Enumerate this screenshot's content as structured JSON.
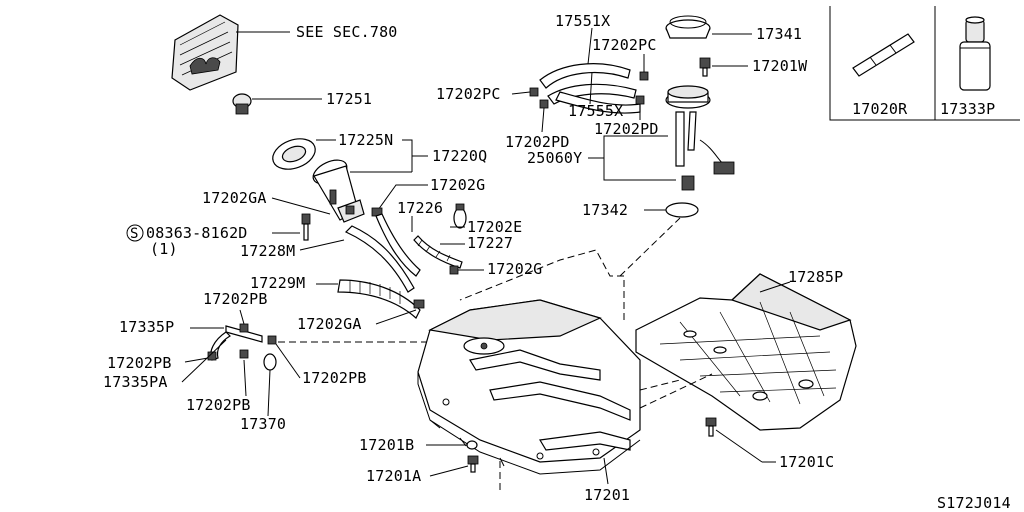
{
  "diagram_code": "S172J014",
  "callouts": {
    "see_sec": "SEE SEC.780",
    "p17251": "17251",
    "p17225N": "17225N",
    "p17220Q": "17220Q",
    "p17202GA_top": "17202GA",
    "p17202G_top": "17202G",
    "p08363": "08363-8162D",
    "p08363_qty": "(1)",
    "s_mark": "S",
    "p17226": "17226",
    "p17202E": "17202E",
    "p17228M": "17228M",
    "p17227": "17227",
    "p17202G_mid": "17202G",
    "p17229M": "17229M",
    "p17202PB_a": "17202PB",
    "p17202GA_bot": "17202GA",
    "p17335P": "17335P",
    "p17202PB_b": "17202PB",
    "p17202PB_c": "17202PB",
    "p17335PA": "17335PA",
    "p17202PB_d": "17202PB",
    "p17370": "17370",
    "p17201B": "17201B",
    "p17201A": "17201A",
    "p17201": "17201",
    "p17551X": "17551X",
    "p17202PC_a": "17202PC",
    "p17202PC_b": "17202PC",
    "p17555X": "17555X",
    "p17202PD_a": "17202PD",
    "p17202PD_b": "17202PD",
    "p25060Y": "25060Y",
    "p17341": "17341",
    "p17201W": "17201W",
    "p17342": "17342",
    "p17285P": "17285P",
    "p17201C": "17201C"
  },
  "inset": {
    "left_label": "17020R",
    "right_label": "17333P"
  }
}
